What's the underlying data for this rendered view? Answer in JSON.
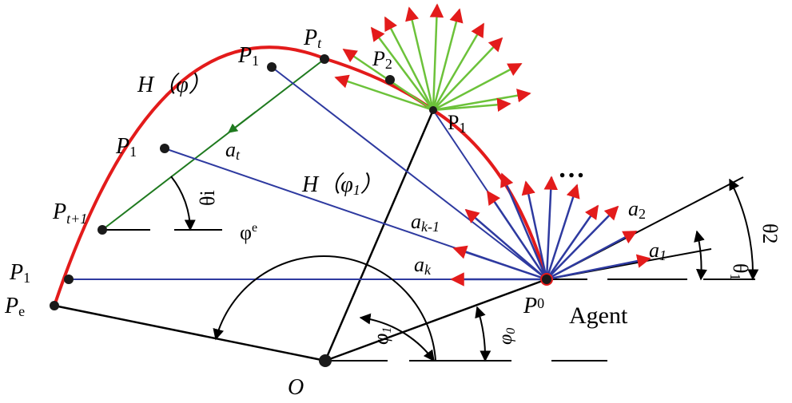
{
  "diagram": {
    "colors": {
      "curve": "#e31b1b",
      "blue": "#2e3aa0",
      "green_vector": "#6cc23a",
      "green_line": "#1f7a1f",
      "arrowhead": "#e31b1b",
      "black": "#000000"
    },
    "points": {
      "origin": "O",
      "p_e": {
        "main": "P",
        "sub": "e"
      },
      "p_0": {
        "main": "P",
        "sub": "0"
      },
      "p_t": {
        "main": "P",
        "sub": "t"
      },
      "p_t1": {
        "main": "P",
        "sub": "t+1"
      },
      "p_2": {
        "main": "P",
        "sub": "2"
      },
      "p_1_labels": [
        {
          "main": "P",
          "sub": "1"
        },
        {
          "main": "P",
          "sub": "1"
        },
        {
          "main": "P",
          "sub": "1"
        },
        {
          "main": "P",
          "sub": "1"
        }
      ]
    },
    "labels": {
      "agent": "Agent",
      "curve_h": "H（φ）",
      "curve_h1": {
        "main": "H（",
        "var": "φ",
        "sub": "1",
        "close": "）"
      },
      "a_t": {
        "main": "a",
        "sub": "t"
      },
      "a_k": {
        "main": "a",
        "sub": "k"
      },
      "a_k1": {
        "main": "a",
        "sub": "k-1"
      },
      "a_1": {
        "main": "a",
        "sub": "1"
      },
      "a_2": {
        "main": "a",
        "sub": "2"
      },
      "theta_i": "θi",
      "theta_1": {
        "main": "θ",
        "sub": "1"
      },
      "theta_2": "θ2",
      "phi_e": {
        "main": "φ",
        "sup": "e"
      },
      "phi_1": {
        "main": "φ",
        "sub": "1"
      },
      "phi_0": {
        "main": "φ",
        "sub": "0"
      },
      "ellipsis": "…"
    }
  }
}
